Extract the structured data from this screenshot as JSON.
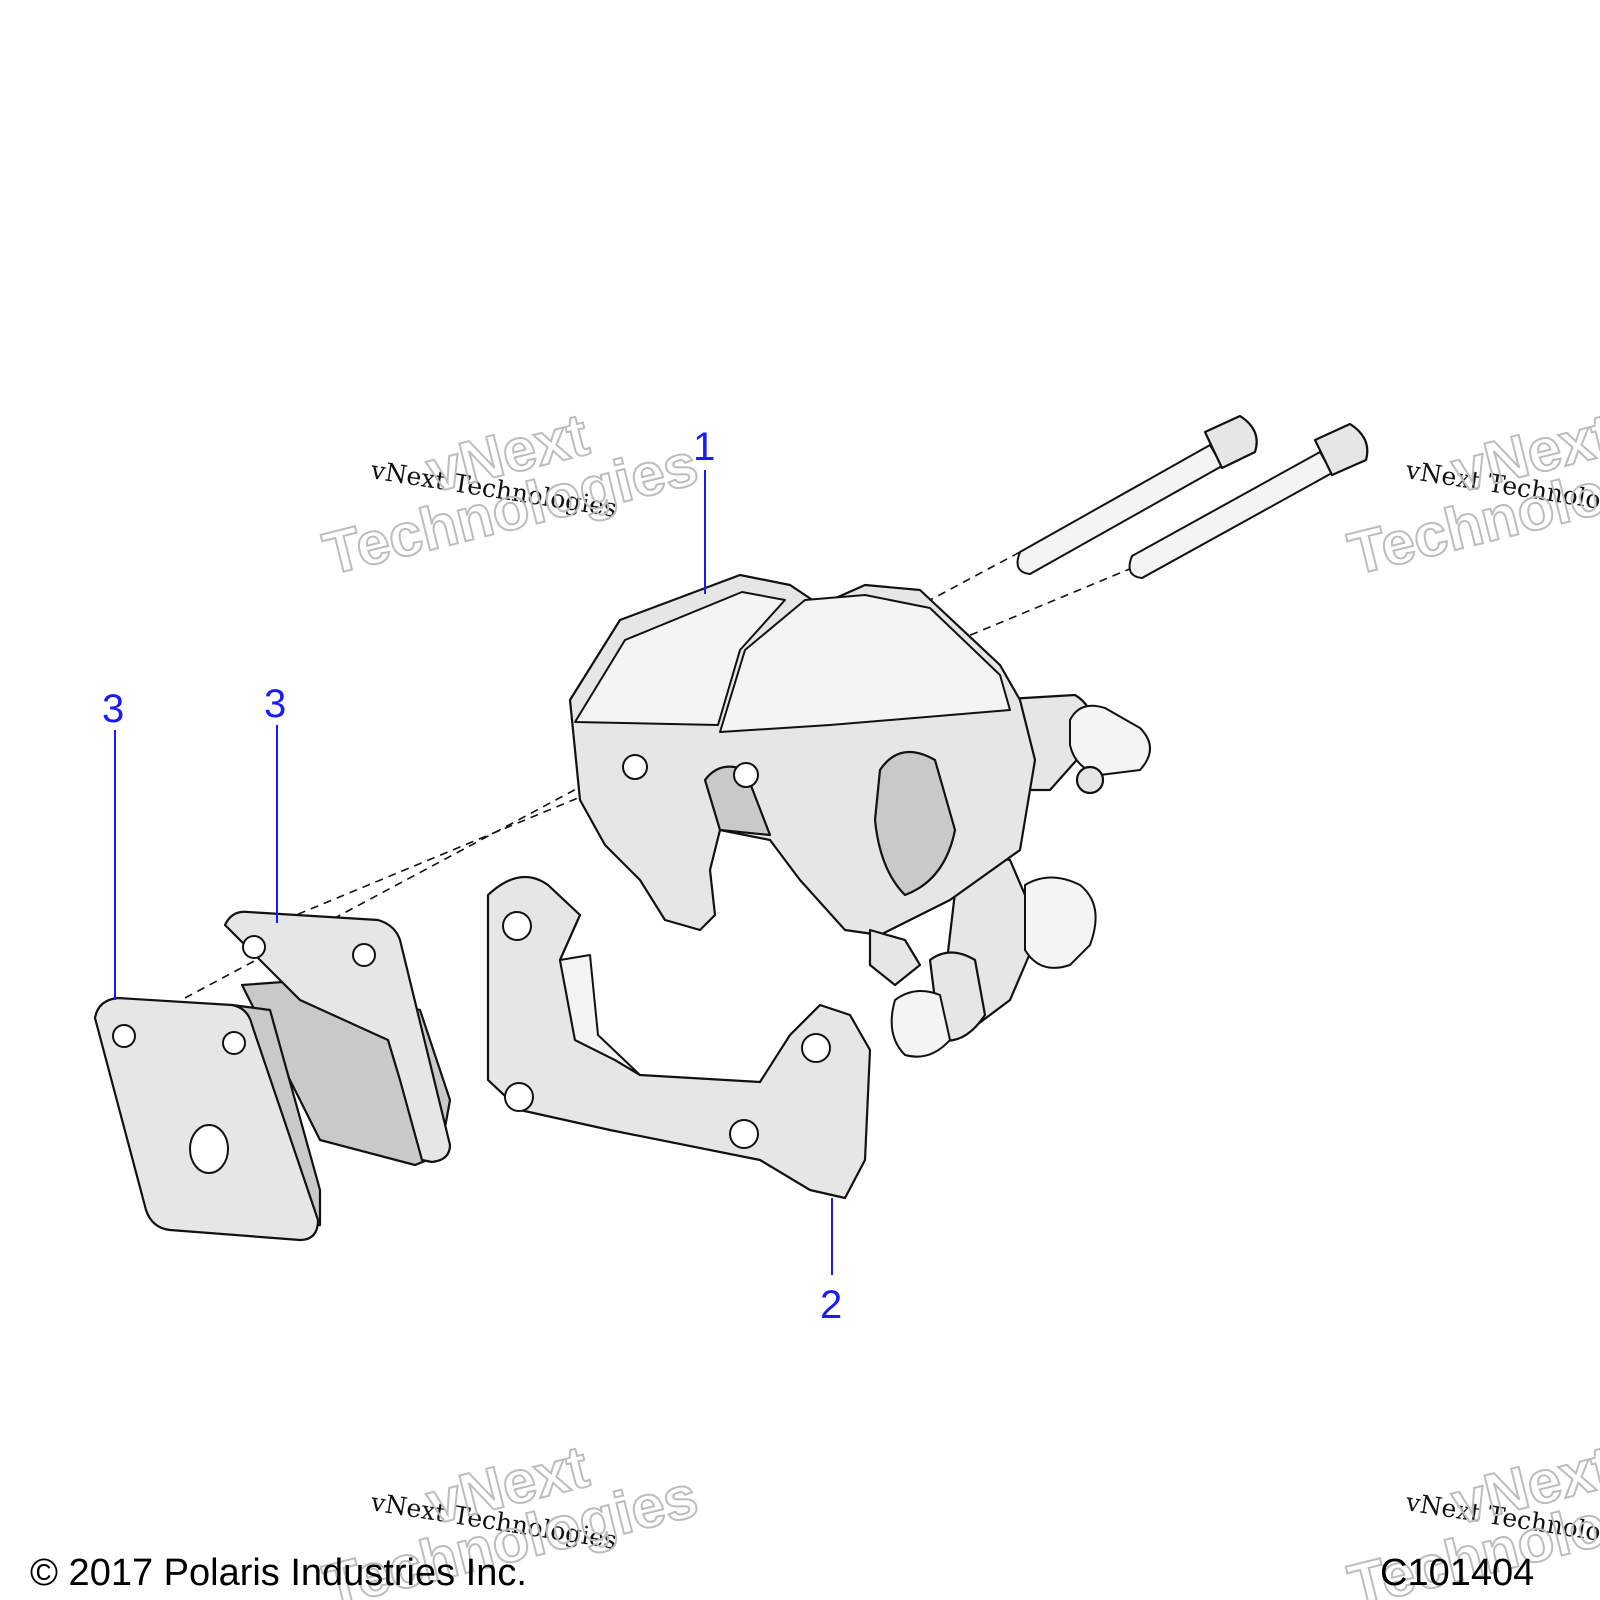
{
  "callouts": [
    {
      "id": "caliper",
      "label": "1"
    },
    {
      "id": "bracket",
      "label": "2"
    },
    {
      "id": "pad_left",
      "label": "3"
    },
    {
      "id": "pad_right",
      "label": "3"
    }
  ],
  "watermark": {
    "line_text": "vNext Technologies",
    "big_line1": "vNext",
    "big_line2": "Technologies"
  },
  "footer": {
    "copyright": "© 2017 Polaris Industries Inc.",
    "figure_id": "C101404"
  }
}
